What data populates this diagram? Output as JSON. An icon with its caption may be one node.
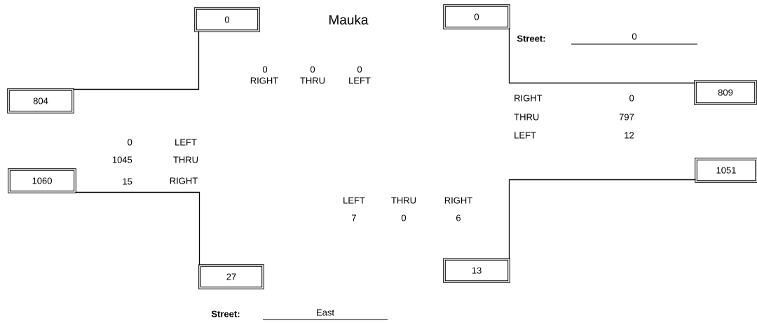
{
  "diagram": {
    "nodes": [
      {
        "text": [
          "0"
        ]
      },
      {
        "text": [
          "804"
        ]
      },
      {
        "text": [
          "0"
        ]
      },
      {
        "text": [
          "809"
        ]
      },
      {
        "text": [
          "1060"
        ]
      },
      {
        "text": [
          "1051"
        ]
      },
      {
        "text": [
          "27"
        ]
      },
      {
        "text": [
          "13"
        ]
      }
    ],
    "edges": [
      {
        "from": 1,
        "to": 0,
        "arrow": "none"
      },
      {
        "from": 2,
        "to": 3,
        "arrow": "none"
      },
      {
        "from": 4,
        "to": 6,
        "arrow": "none"
      },
      {
        "from": 7,
        "to": 5,
        "arrow": "none"
      }
    ],
    "labels": [
      "Mauka",
      "Street:",
      "0",
      "0",
      "0",
      "0",
      "RIGHT",
      "THRU",
      "LEFT",
      "RIGHT",
      "0",
      "THRU",
      "797",
      "LEFT",
      "12",
      "0",
      "LEFT",
      "1045",
      "THRU",
      "15",
      "RIGHT",
      "LEFT",
      "THRU",
      "RIGHT",
      "7",
      "0",
      "6",
      "Street:",
      "East"
    ]
  }
}
